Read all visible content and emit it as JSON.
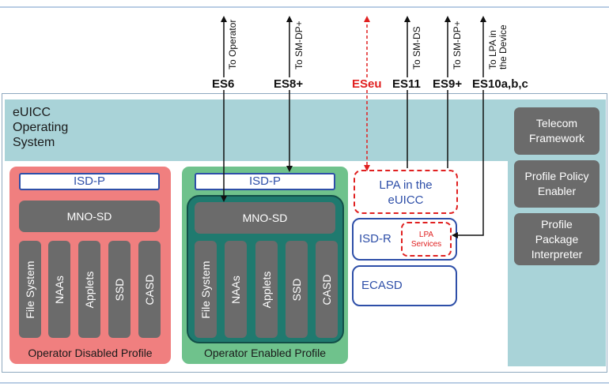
{
  "colors": {
    "os_band": "#a9d3d8",
    "disabled_profile": "#f07f7f",
    "enabled_profile": "#6fc28c",
    "enabled_inner": "#1f7a6f",
    "component_gray": "#6b6b6b",
    "isd_blue": "#2e4fa8",
    "lpa_red": "#e02020"
  },
  "euicc": {
    "title": "eUICC\nOperating\nSystem"
  },
  "interfaces": [
    {
      "label": "ES6",
      "destination": "To Operator",
      "style": "solid"
    },
    {
      "label": "ES8+",
      "destination": "To SM-DP+",
      "style": "solid"
    },
    {
      "label": "ESeu",
      "destination": "",
      "style": "dashed-red"
    },
    {
      "label": "ES11",
      "destination": "To SM-DS",
      "style": "solid"
    },
    {
      "label": "ES9+",
      "destination": "To SM-DP+",
      "style": "solid"
    },
    {
      "label": "ES10a,b,c",
      "destination": "To LPA in\nthe Device",
      "style": "solid"
    }
  ],
  "disabled_profile": {
    "isd_p": "ISD-P",
    "mno_sd": "MNO-SD",
    "components": [
      "File System",
      "NAAs",
      "Applets",
      "SSD",
      "CASD"
    ],
    "label": "Operator Disabled Profile"
  },
  "enabled_profile": {
    "isd_p": "ISD-P",
    "mno_sd": "MNO-SD",
    "components": [
      "File System",
      "NAAs",
      "Applets",
      "SSD",
      "CASD"
    ],
    "label": "Operator Enabled Profile"
  },
  "lpa_in_euicc": "LPA in the\neUICC",
  "isd_r": {
    "label": "ISD-R",
    "lpa_services": "LPA\nServices"
  },
  "ecasd": "ECASD",
  "right_column": [
    "Telecom\nFramework",
    "Profile Policy\nEnabler",
    "Profile\nPackage\nInterpreter"
  ]
}
